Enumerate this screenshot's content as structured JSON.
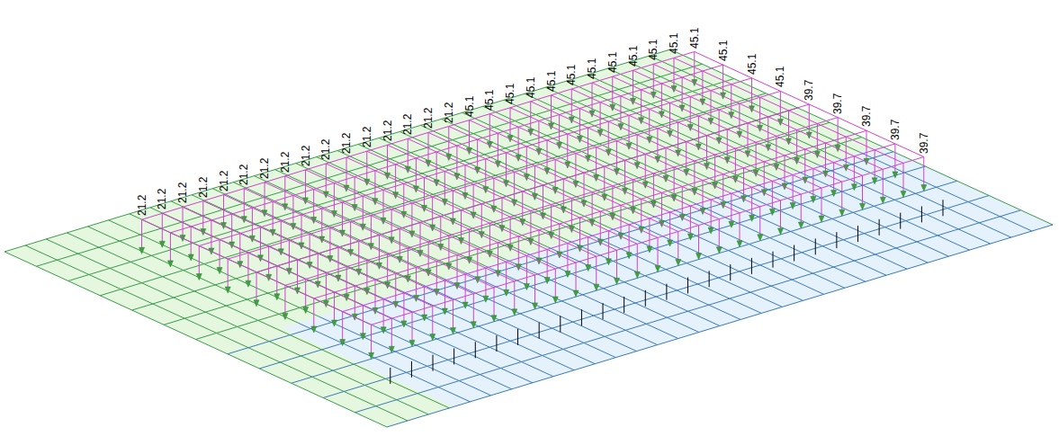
{
  "diagram": {
    "labels": [
      "21.2",
      "21.2",
      "21.2",
      "21.2",
      "21.2",
      "21.2",
      "21.2",
      "21.2",
      "21.2",
      "21.2",
      "21.2",
      "21.2",
      "21.2",
      "21.2",
      "21.2",
      "21.2",
      "45.1",
      "45.1",
      "45.1",
      "45.1",
      "45.1",
      "45.1",
      "45.1",
      "45.1",
      "45.1",
      "45.1",
      "45.1",
      "45.1",
      "45.1",
      "45.1",
      "45.1",
      "39.7",
      "39.7",
      "39.7",
      "39.7",
      "39.7"
    ]
  }
}
